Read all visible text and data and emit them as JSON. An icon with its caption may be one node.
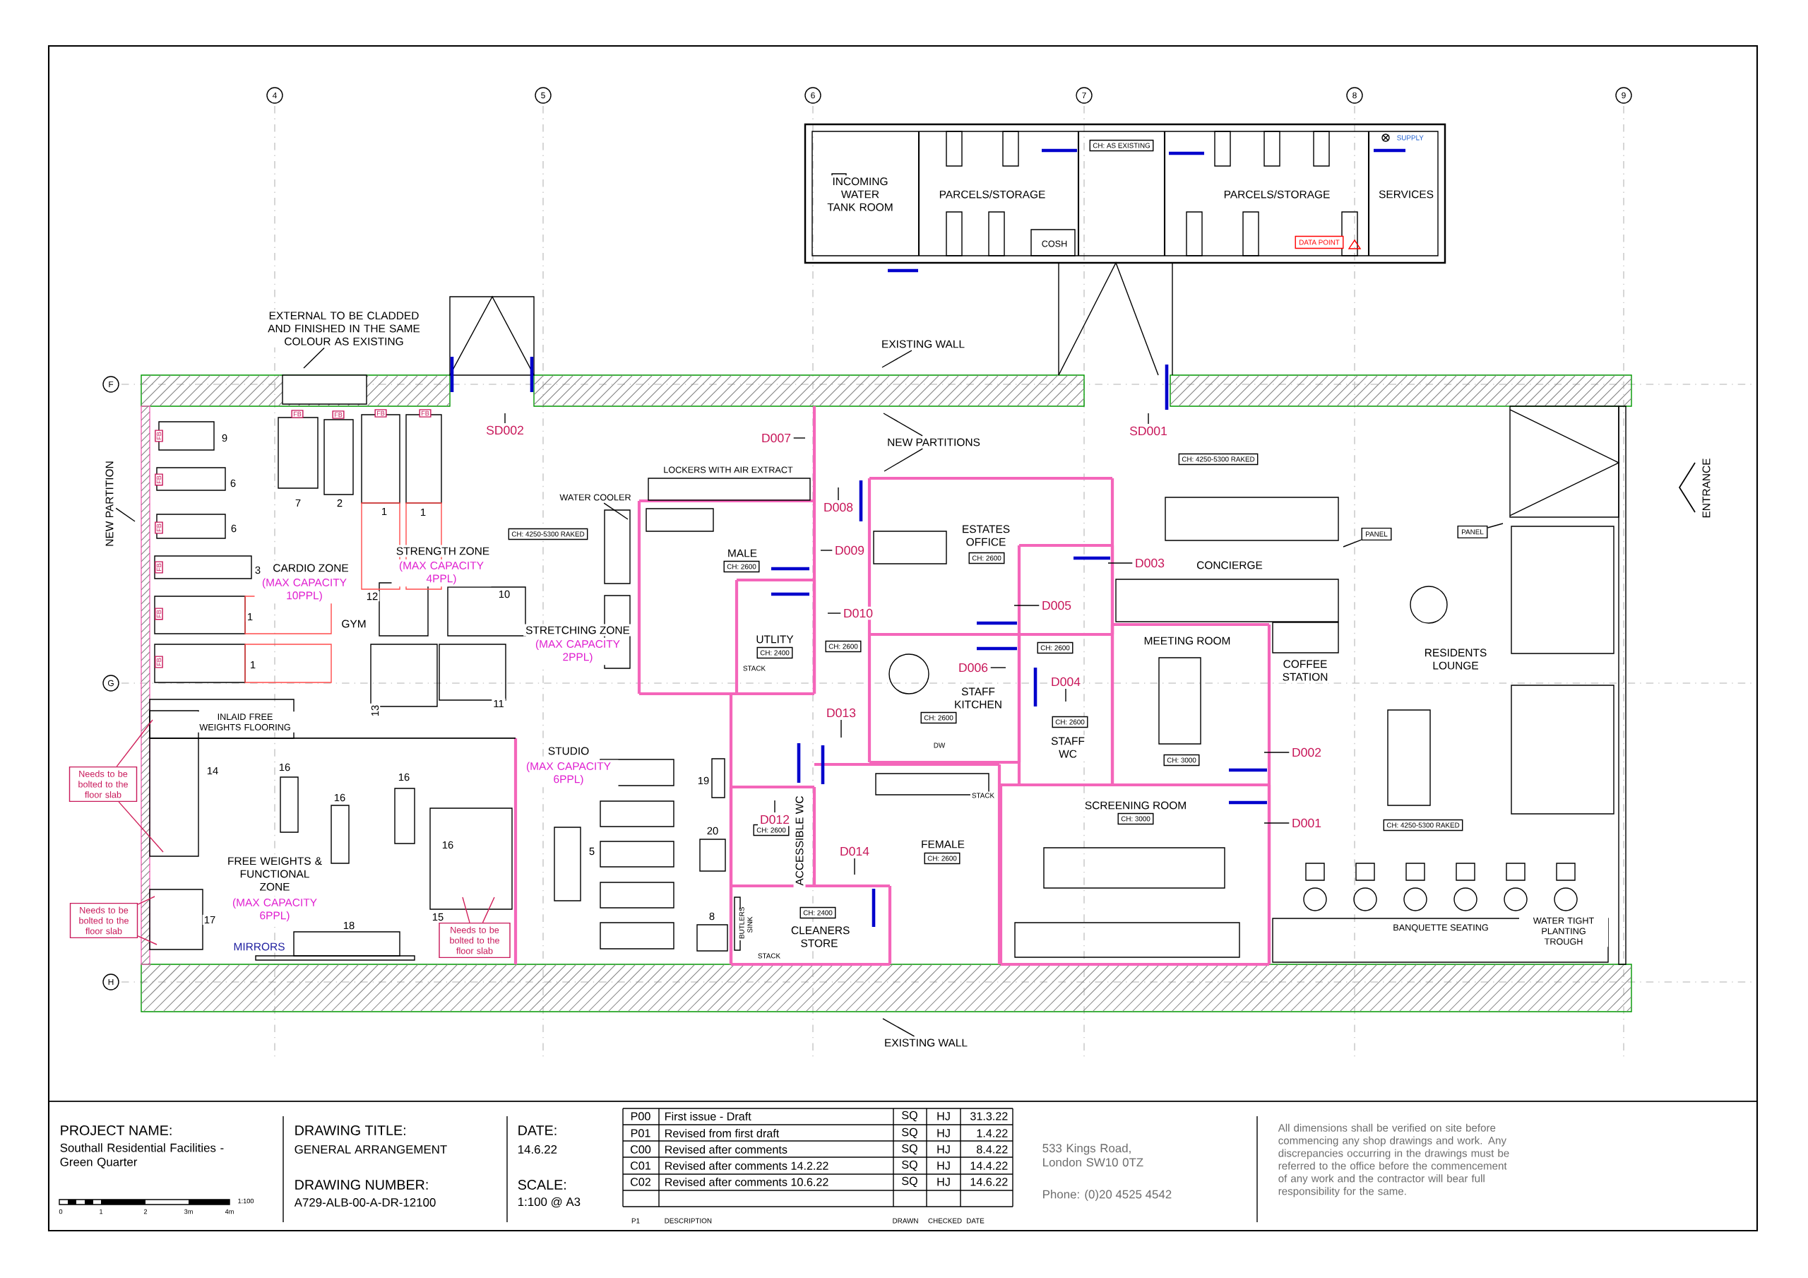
{
  "diagram": {
    "nodes": [
      {
        "text": [
          "EXTERNAL TO BE CLADDED AND FINISHED IN THE SAME COLOUR AS EXISTING"
        ]
      },
      {
        "text": [
          "EXISTING WALL"
        ]
      },
      {
        "text": [
          "SD002"
        ]
      },
      {
        "text": [
          "D007"
        ]
      },
      {
        "text": [
          "NEW PARTITIONS"
        ]
      },
      {
        "text": [
          "SD001"
        ]
      },
      {
        "text": [
          "D008"
        ]
      },
      {
        "text": [
          "NEW PARTITION"
        ]
      },
      {
        "text": [
          "WATER COOLER"
        ]
      },
      {
        "text": [
          "D009"
        ]
      },
      {
        "text": [
          "D003"
        ]
      },
      {
        "text": [
          "D005"
        ]
      },
      {
        "text": [
          "D010"
        ]
      },
      {
        "text": [
          "D006"
        ]
      },
      {
        "text": [
          "D004"
        ]
      },
      {
        "text": [
          "D013"
        ]
      },
      {
        "text": [
          "D002"
        ]
      },
      {
        "text": [
          "Needs to be bolted to the floor slab"
        ]
      },
      {
        "text": [
          "D012"
        ]
      },
      {
        "text": [
          "D001"
        ]
      },
      {
        "text": [
          "D014"
        ]
      },
      {
        "text": [
          "Needs to be bolted to the floor slab"
        ]
      },
      {
        "text": [
          "Needs to be bolted to the floor slab"
        ]
      },
      {
        "text": [
          "EXISTING WALL"
        ]
      },
      {
        "text": [
          "PANEL"
        ]
      },
      {
        "text": [
          "PANEL"
        ]
      }
    ],
    "edges": [
      {
        "from": 0,
        "to": null,
        "arrow": "none"
      },
      {
        "from": 1,
        "to": null,
        "arrow": "none"
      },
      {
        "from": 2,
        "to": null,
        "arrow": "none"
      },
      {
        "from": 3,
        "to": null,
        "arrow": "none"
      },
      {
        "from": 4,
        "to": null,
        "arrow": "none"
      },
      {
        "from": 4,
        "to": null,
        "arrow": "none"
      },
      {
        "from": 5,
        "to": null,
        "arrow": "none"
      },
      {
        "from": 6,
        "to": null,
        "arrow": "none"
      },
      {
        "from": 7,
        "to": null,
        "arrow": "none"
      },
      {
        "from": 8,
        "to": null,
        "arrow": "none"
      },
      {
        "from": 9,
        "to": null,
        "arrow": "none"
      },
      {
        "from": 10,
        "to": null,
        "arrow": "none"
      },
      {
        "from": 11,
        "to": null,
        "arrow": "none"
      },
      {
        "from": 12,
        "to": null,
        "arrow": "none"
      },
      {
        "from": 13,
        "to": null,
        "arrow": "none"
      },
      {
        "from": 14,
        "to": null,
        "arrow": "none"
      },
      {
        "from": 15,
        "to": null,
        "arrow": "none"
      },
      {
        "from": 16,
        "to": null,
        "arrow": "none"
      },
      {
        "from": 17,
        "to": null,
        "arrow": "none",
        "color": "#d0205a"
      },
      {
        "from": 17,
        "to": null,
        "arrow": "none",
        "color": "#d0205a"
      },
      {
        "from": 18,
        "to": null,
        "arrow": "none"
      },
      {
        "from": 19,
        "to": null,
        "arrow": "none"
      },
      {
        "from": 20,
        "to": null,
        "arrow": "none"
      },
      {
        "from": 21,
        "to": null,
        "arrow": "none",
        "color": "#d0205a"
      },
      {
        "from": 21,
        "to": null,
        "arrow": "none",
        "color": "#d0205a"
      },
      {
        "from": 22,
        "to": null,
        "arrow": "none",
        "color": "#d0205a"
      },
      {
        "from": 22,
        "to": null,
        "arrow": "none",
        "color": "#d0205a"
      },
      {
        "from": 23,
        "to": null,
        "arrow": "none"
      },
      {
        "from": 24,
        "to": null,
        "arrow": "none"
      },
      {
        "from": 25,
        "to": null,
        "arrow": "none"
      }
    ],
    "labels": [
      "4",
      "5",
      "6",
      "7",
      "8",
      "9",
      "INCOMING WATER TANK ROOM",
      "PARCELS/STORAGE",
      "CH: AS EXISTING",
      "COSH",
      "PARCELS/STORAGE",
      "SUPPLY",
      "SERVICES",
      "DATA POINT",
      "F",
      "CH: 4250-5300 RAKED",
      "LOCKERS WITH AIR EXTRACT",
      "CH: 4250-5300 RAKED",
      "FB",
      "FB",
      "FB",
      "FB",
      "9",
      "6",
      "7",
      "2",
      "1",
      "1",
      "6",
      "3",
      "FB",
      "FB",
      "FB",
      "FB",
      "FB",
      "FB",
      "CARDIO ZONE",
      "(MAX CAPACITY 10PPL)",
      "STRENGTH ZONE",
      "(MAX CAPACITY 4PPL)",
      "1",
      "GYM",
      "12",
      "10",
      "STRETCHING ZONE",
      "(MAX CAPACITY 2PPL)",
      "1",
      "G",
      "13",
      "11",
      "INLAID FREE WEIGHTS FLOORING",
      "14",
      "16",
      "16",
      "16",
      "16",
      "FREE WEIGHTS & FUNCTIONAL ZONE",
      "(MAX CAPACITY 6PPL)",
      "17",
      "18",
      "15",
      "MIRRORS",
      "MALE",
      "CH: 2600",
      "CH: 2600",
      "UTLITY",
      "CH: 2400",
      "STACK",
      "ESTATES OFFICE",
      "CH: 2600",
      "CH: 2600",
      "STAFF KITCHEN",
      "CH: 2600",
      "CH: 2600",
      "DW",
      "STAFF WC",
      "STUDIO",
      "(MAX CAPACITY 6PPL)",
      "19",
      "STACK",
      "20",
      "CH: 2600",
      "ACCESSIBLE WC",
      "5",
      "FEMALE",
      "CH: 2600",
      "CH: 2400",
      "8",
      "BUTLERS SINK",
      "CLEANERS STORE",
      "STACK",
      "SCREENING ROOM",
      "CH: 3000",
      "CONCIERGE",
      "MEETING ROOM",
      "COFFEE STATION",
      "RESIDENTS LOUNGE",
      "ENTRANCE",
      "CH: 3000",
      "CH: 4250-5300 RAKED",
      "BANQUETTE SEATING",
      "WATER TIGHT PLANTING TROUGH",
      "H",
      "PROJECT NAME:",
      "Southall Residential Facilities - Green Quarter",
      "0",
      "1",
      "2",
      "3m",
      "4m",
      "1:100",
      "DRAWING TITLE:",
      "GENERAL ARRANGEMENT",
      "DRAWING NUMBER:",
      "A729-ALB-00-A-DR-12100",
      "DATE:",
      "14.6.22",
      "SCALE:",
      "1:100 @ A3",
      "P00",
      "First issue - Draft",
      "SQ",
      "HJ",
      "31.3.22",
      "P01",
      "Revised from first draft",
      "SQ",
      "HJ",
      "1.4.22",
      "C00",
      "Revised after comments",
      "SQ",
      "HJ",
      "8.4.22",
      "C01",
      "Revised after comments 14.2.22",
      "SQ",
      "HJ",
      "14.4.22",
      "C02",
      "Revised after comments 10.6.22",
      "SQ",
      "HJ",
      "14.6.22",
      "P1",
      "DESCRIPTION",
      "DRAWN",
      "CHECKED",
      "DATE",
      "533 Kings Road, London SW10 0TZ",
      "Phone: (0)20 4525 4542",
      "All dimensions shall be verified on site before commencing any shop drawings and work. Any discrepancies occurring in the drawings must be referred to the office before the commencement of any work and the contractor will bear full responsibility for the same."
    ]
  }
}
